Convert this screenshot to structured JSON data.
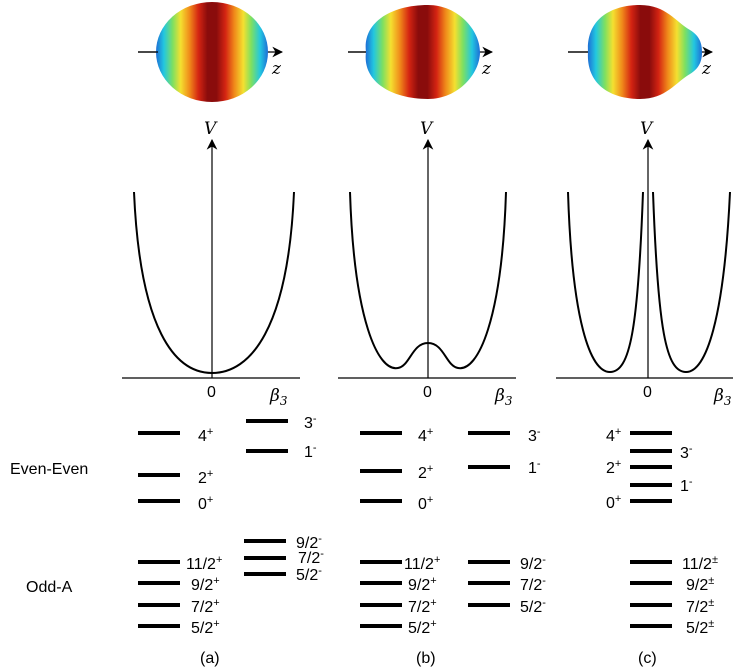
{
  "rows": {
    "even_even": "Even-Even",
    "odd_a": "Odd-A"
  },
  "axes": {
    "z": "z",
    "V": "V",
    "beta": "β",
    "beta_sub": "3",
    "zero": "0"
  },
  "panels": [
    {
      "id": "a",
      "caption": "(a)",
      "even_even_pos": [
        {
          "j": "4",
          "p": "+"
        },
        {
          "j": "2",
          "p": "+"
        },
        {
          "j": "0",
          "p": "+"
        }
      ],
      "even_even_neg": [
        {
          "j": "3",
          "p": "-"
        },
        {
          "j": "1",
          "p": "-"
        }
      ],
      "odd_a_pos": [
        {
          "j": "11/2",
          "p": "+"
        },
        {
          "j": "9/2",
          "p": "+"
        },
        {
          "j": "7/2",
          "p": "+"
        },
        {
          "j": "5/2",
          "p": "+"
        }
      ],
      "odd_a_neg": [
        {
          "j": "9/2",
          "p": "-"
        },
        {
          "j": "7/2",
          "p": "-"
        },
        {
          "j": "5/2",
          "p": "-"
        }
      ]
    },
    {
      "id": "b",
      "caption": "(b)",
      "even_even_pos": [
        {
          "j": "4",
          "p": "+"
        },
        {
          "j": "2",
          "p": "+"
        },
        {
          "j": "0",
          "p": "+"
        }
      ],
      "even_even_neg": [
        {
          "j": "3",
          "p": "-"
        },
        {
          "j": "1",
          "p": "-"
        }
      ],
      "odd_a_pos": [
        {
          "j": "11/2",
          "p": "+"
        },
        {
          "j": "9/2",
          "p": "+"
        },
        {
          "j": "7/2",
          "p": "+"
        },
        {
          "j": "5/2",
          "p": "+"
        }
      ],
      "odd_a_neg": [
        {
          "j": "9/2",
          "p": "-"
        },
        {
          "j": "7/2",
          "p": "-"
        },
        {
          "j": "5/2",
          "p": "-"
        }
      ]
    },
    {
      "id": "c",
      "caption": "(c)",
      "even_even": [
        {
          "j": "4",
          "p": "+"
        },
        {
          "j": "3",
          "p": "-"
        },
        {
          "j": "2",
          "p": "+"
        },
        {
          "j": "1",
          "p": "-"
        },
        {
          "j": "0",
          "p": "+"
        }
      ],
      "odd_a": [
        {
          "j": "11/2",
          "p": "±"
        },
        {
          "j": "9/2",
          "p": "±"
        },
        {
          "j": "7/2",
          "p": "±"
        },
        {
          "j": "5/2",
          "p": "±"
        }
      ]
    }
  ]
}
